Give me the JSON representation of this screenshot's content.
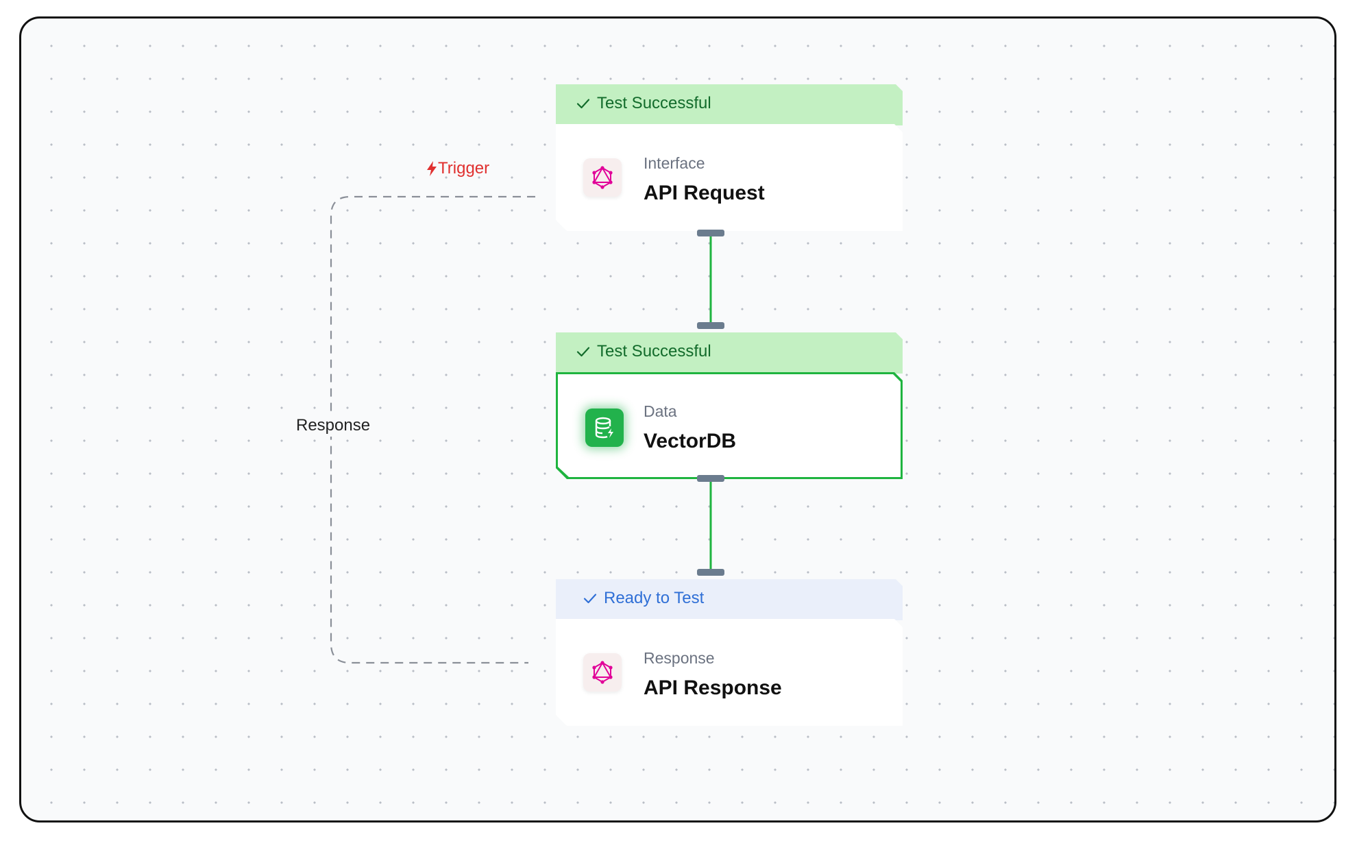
{
  "canvas": {
    "edges": {
      "trigger_label": "Trigger",
      "response_label": "Response"
    },
    "nodes": [
      {
        "status": "Test Successful",
        "status_type": "success",
        "category": "Interface",
        "title": "API Request",
        "icon": "graphql-icon"
      },
      {
        "status": "Test Successful",
        "status_type": "success",
        "category": "Data",
        "title": "VectorDB",
        "icon": "database-icon"
      },
      {
        "status": "Ready to Test",
        "status_type": "ready",
        "category": "Response",
        "title": "API Response",
        "icon": "graphql-icon"
      }
    ]
  },
  "colors": {
    "success_bg": "#c3f0c2",
    "success_text": "#126b2b",
    "ready_bg": "#eaeffa",
    "ready_text": "#2f6fd6",
    "edge_green": "#1fb43f",
    "trigger_red": "#e0302f",
    "graphql_pink": "#e10098"
  }
}
